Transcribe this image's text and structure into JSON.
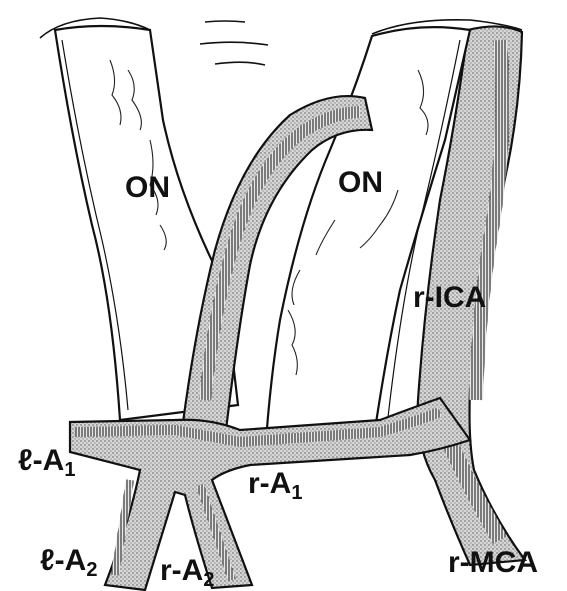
{
  "labels": {
    "optic_nerve_left": "ON",
    "optic_nerve_right": "ON",
    "r_ica": "r-ICA",
    "l_a1": {
      "main": "ℓ-A",
      "sub": "1"
    },
    "r_a1": {
      "main": "r-A",
      "sub": "1"
    },
    "l_a2": {
      "main": "ℓ-A",
      "sub": "2"
    },
    "r_a2": {
      "main": "r-A",
      "sub": "2"
    },
    "r_mca": "r-MCA"
  },
  "colors": {
    "ink": "#111111",
    "vessel_fill": "#c9c9c9",
    "nerve_fill": "#ffffff"
  }
}
